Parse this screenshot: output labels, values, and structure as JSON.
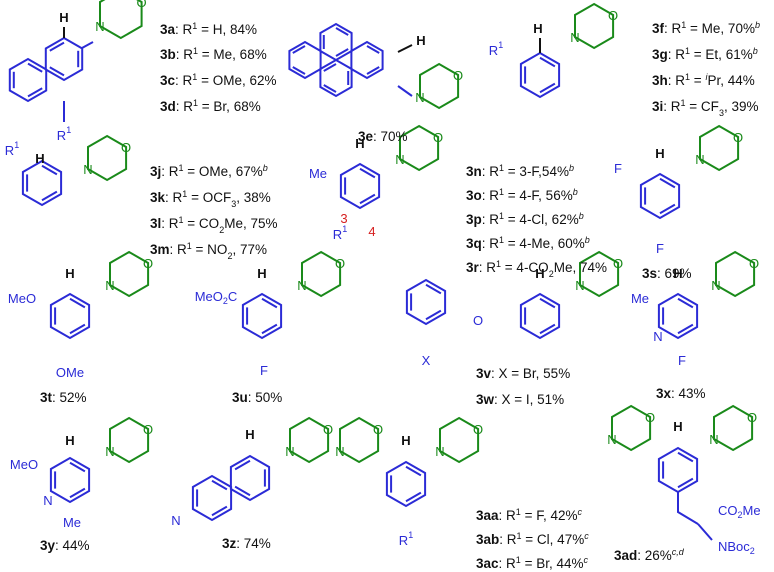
{
  "compounds": {
    "c3a": [
      "3a",
      ": R",
      "1",
      " = H, 84%"
    ],
    "c3b": [
      "3b",
      ": R",
      "1",
      " = Me, 68%"
    ],
    "c3c": [
      "3c",
      ": R",
      "1",
      " = OMe, 62%"
    ],
    "c3d": [
      "3d",
      ": R",
      "1",
      " = Br, 68%"
    ],
    "c3e": [
      "3e",
      ": 70%"
    ],
    "c3f": [
      "3f",
      ": R",
      "1",
      " = Me, 70%",
      "b"
    ],
    "c3g": [
      "3g",
      ": R",
      "1",
      " = Et, 61%",
      "b"
    ],
    "c3h": [
      "3h",
      ": R",
      "1",
      " = ",
      "i",
      "Pr, 44%"
    ],
    "c3i": [
      "3i",
      ": R",
      "1",
      " = CF",
      "3",
      ", 39%"
    ],
    "c3j": [
      "3j",
      ": R",
      "1",
      " = OMe, 67%",
      "b"
    ],
    "c3k": [
      "3k",
      ": R",
      "1",
      " = OCF",
      "3",
      ", 38%"
    ],
    "c3l": [
      "3l",
      ": R",
      "1",
      " = CO",
      "2",
      "Me, 75%"
    ],
    "c3m": [
      "3m",
      ": R",
      "1",
      " = NO",
      "2",
      ", 77%"
    ],
    "c3n": [
      "3n",
      ": R",
      "1",
      " = 3-F,54%",
      "b"
    ],
    "c3o": [
      "3o",
      ": R",
      "1",
      " = 4-F, 56%",
      "b"
    ],
    "c3p": [
      "3p",
      ": R",
      "1",
      " = 4-Cl, 62%",
      "b"
    ],
    "c3q": [
      "3q",
      ": R",
      "1",
      " = 4-Me, 60%",
      "b"
    ],
    "c3r": [
      "3r",
      ": R",
      "1",
      " = 4-CO",
      "2",
      "Me, 74%"
    ],
    "c3s": [
      "3s",
      ": 69%"
    ],
    "c3t": [
      "3t",
      ": 52%"
    ],
    "c3u": [
      "3u",
      ": 50%"
    ],
    "c3v": [
      "3v",
      ": X = Br, 55%"
    ],
    "c3w": [
      "3w",
      ": X = I, 51%"
    ],
    "c3x": [
      "3x",
      ": 43%"
    ],
    "c3y": [
      "3y",
      ": 44%"
    ],
    "c3z": [
      "3z",
      ": 74%"
    ],
    "c3aa": [
      "3aa",
      ": R",
      "1",
      " = F, 42%",
      "c"
    ],
    "c3ab": [
      "3ab",
      ": R",
      "1",
      " = Cl, 47%",
      "c"
    ],
    "c3ac": [
      "3ac",
      ": R",
      "1",
      " = Br, 44%",
      "c"
    ],
    "c3ad": [
      "3ad",
      ": 26%",
      "c,d"
    ]
  },
  "atoms": {
    "H": "H",
    "O": "O",
    "N": "N",
    "F": "F",
    "X": "X",
    "R1": "R",
    "sup1": "1",
    "Me": "Me",
    "MeO": "MeO",
    "OMe": "OMe",
    "MeO2C": "MeO",
    "MeO2C_sub": "2",
    "MeO2C_c": "C",
    "CO2Me": "CO",
    "CO2Me_sub": "2",
    "CO2Me_me": "Me",
    "NBoc2": "NBoc",
    "NBoc2_sub": "2",
    "pos3": "3",
    "pos4": "4"
  }
}
